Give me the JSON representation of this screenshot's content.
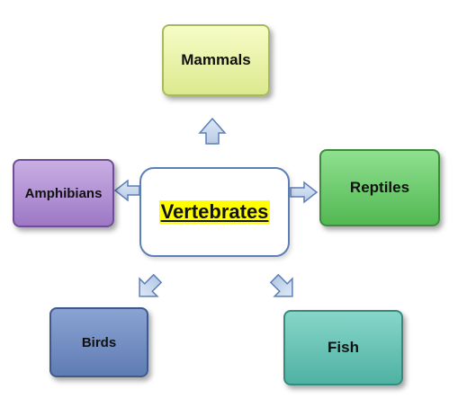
{
  "center": {
    "label": "Vertebrates"
  },
  "nodes": {
    "mammals": "Mammals",
    "amphibians": "Amphibians",
    "reptiles": "Reptiles",
    "birds": "Birds",
    "fish": "Fish"
  }
}
